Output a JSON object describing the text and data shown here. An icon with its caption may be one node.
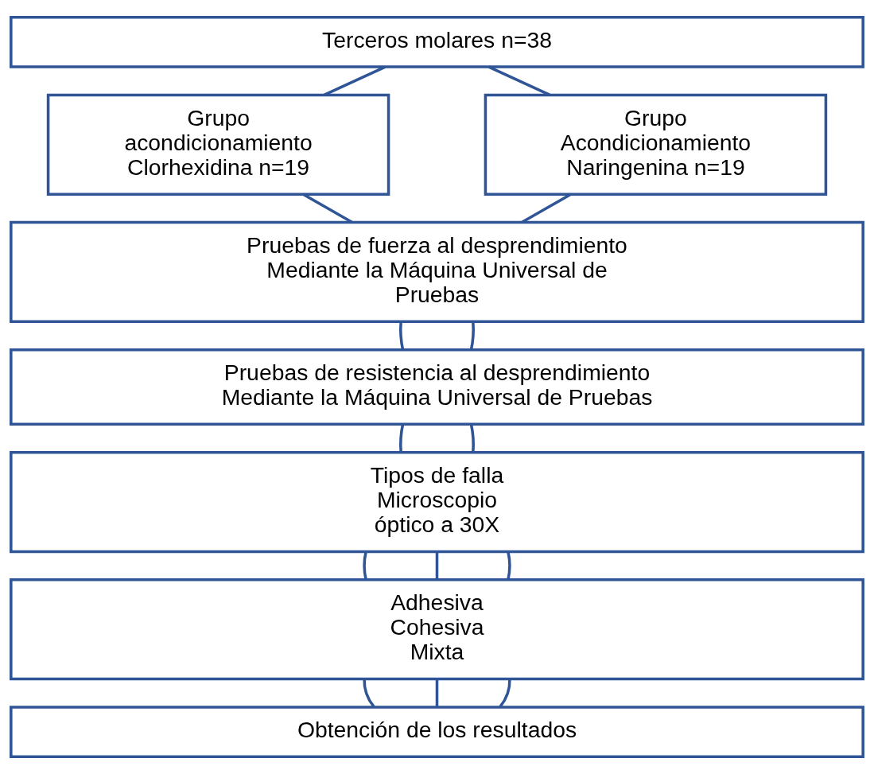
{
  "diagram": {
    "nodes": [
      {
        "text": [
          "Terceros molares n=38"
        ]
      },
      {
        "text": [
          "Grupo acondicionamiento Clorhexidina n=19"
        ]
      },
      {
        "text": [
          "Grupo Acondicionamiento Naringenina n=19"
        ]
      },
      {
        "text": [
          "Pruebas de fuerza al desprendimiento Mediante la Máquina Universal de Pruebas"
        ]
      },
      {
        "text": [
          "Pruebas de resistencia al desprendimiento Mediante la Máquina Universal de Pruebas"
        ]
      },
      {
        "text": [
          "Tipos de falla Microscopio óptico a 30X"
        ]
      },
      {
        "text": [
          "Adhesiva Cohesiva Mixta"
        ]
      },
      {
        "text": [
          "Obtención de los resultados"
        ]
      }
    ],
    "edges": [
      {
        "from": 0,
        "to": 1,
        "arrow": "none"
      },
      {
        "from": 0,
        "to": 2,
        "arrow": "none"
      },
      {
        "from": 1,
        "to": 3,
        "arrow": "none"
      },
      {
        "from": 2,
        "to": 3,
        "arrow": "none"
      },
      {
        "from": 3,
        "to": 4,
        "arrow": "none"
      },
      {
        "from": 3,
        "to": 4,
        "arrow": "none"
      },
      {
        "from": 4,
        "to": 5,
        "arrow": "none"
      },
      {
        "from": 4,
        "to": 5,
        "arrow": "none"
      },
      {
        "from": 5,
        "to": 6,
        "arrow": "none"
      },
      {
        "from": 5,
        "to": 6,
        "arrow": "none"
      },
      {
        "from": 5,
        "to": 6,
        "arrow": "none"
      },
      {
        "from": 6,
        "to": 7,
        "arrow": "none"
      },
      {
        "from": 6,
        "to": 7,
        "arrow": "none"
      },
      {
        "from": 6,
        "to": 7,
        "arrow": "none"
      }
    ]
  }
}
